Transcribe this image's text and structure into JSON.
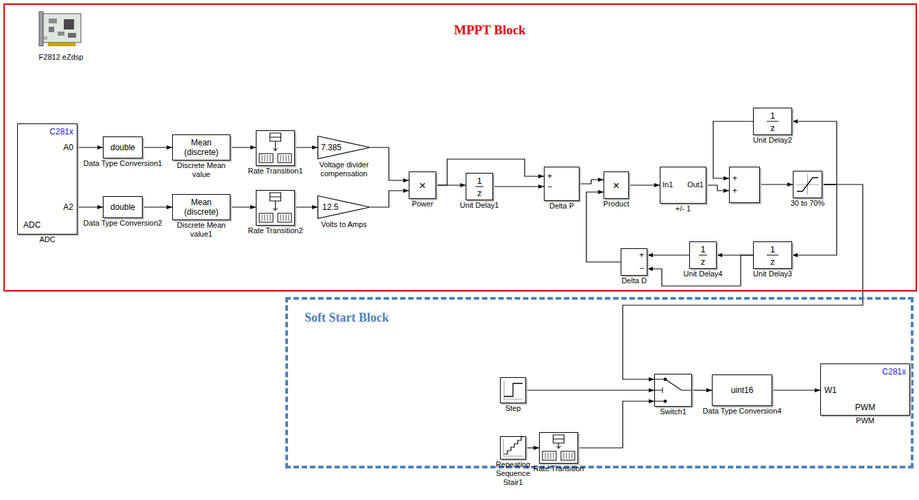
{
  "diagram": {
    "nodes": [
      {
        "text": [
          "MPPT Block"
        ]
      },
      {
        "text": [
          "C281x",
          "A0",
          "A2",
          "ADC",
          "ADC"
        ],
        "in": 0
      },
      {
        "text": [
          "double",
          "Data Type Conversion1"
        ],
        "in": 0
      },
      {
        "text": [
          "Mean (discrete)",
          "Discrete Mean value"
        ],
        "in": 0
      },
      {
        "text": [
          "Rate Transition1"
        ],
        "in": 0
      },
      {
        "text": [
          "7.385",
          "Voltage divider compensation"
        ],
        "in": 0
      },
      {
        "text": [
          "double",
          "Data Type Conversion2"
        ],
        "in": 0
      },
      {
        "text": [
          "Mean (discrete)",
          "Discrete Mean value1"
        ],
        "in": 0
      },
      {
        "text": [
          "Rate Transition2"
        ],
        "in": 0
      },
      {
        "text": [
          "12.5",
          "Volts to Amps"
        ],
        "in": 0
      },
      {
        "text": [
          "×",
          "Power"
        ],
        "in": 0
      },
      {
        "text": [
          "1",
          "z",
          "Unit Delay1"
        ],
        "in": 0
      },
      {
        "text": [
          "+",
          "−",
          "Delta P"
        ],
        "in": 0
      },
      {
        "text": [
          "×",
          "Product"
        ],
        "in": 0
      },
      {
        "text": [
          "In1",
          "Out1",
          "+/- 1"
        ],
        "in": 0
      },
      {
        "text": [
          "1",
          "z",
          "Unit Delay2"
        ],
        "in": 0
      },
      {
        "text": [
          "+",
          "+"
        ],
        "in": 0
      },
      {
        "text": [
          "30 to 70%"
        ],
        "in": 0
      },
      {
        "text": [
          "1",
          "z",
          "Unit Delay4"
        ],
        "in": 0
      },
      {
        "text": [
          "1",
          "z",
          "Unit Delay3"
        ],
        "in": 0
      },
      {
        "text": [
          "+",
          "−",
          "Delta D"
        ],
        "in": 0
      },
      {
        "text": [
          "Soft Start Block"
        ]
      },
      {
        "text": [
          "Step"
        ],
        "in": 21
      },
      {
        "text": [
          "Switch1"
        ],
        "in": 21
      },
      {
        "text": [
          "uint16",
          "Data Type Conversion4"
        ],
        "in": 21
      },
      {
        "text": [
          "C281x",
          "W1",
          "PWM",
          "PWM"
        ],
        "in": 21
      },
      {
        "text": [
          "Repeating Sequence Stair1"
        ],
        "in": 21
      },
      {
        "text": [
          "Rate Transition"
        ],
        "in": 21
      }
    ],
    "edges": [
      {
        "from": 1,
        "to": 2,
        "arrow": "to"
      },
      {
        "from": 1,
        "to": 6,
        "arrow": "to"
      },
      {
        "from": 2,
        "to": 3,
        "arrow": "to"
      },
      {
        "from": 6,
        "to": 7,
        "arrow": "to"
      },
      {
        "from": 3,
        "to": 4,
        "arrow": "to"
      },
      {
        "from": 7,
        "to": 8,
        "arrow": "to"
      },
      {
        "from": 4,
        "to": 5,
        "arrow": "to"
      },
      {
        "from": 8,
        "to": 9,
        "arrow": "to"
      },
      {
        "from": 5,
        "to": 10,
        "arrow": "to"
      },
      {
        "from": 9,
        "to": 10,
        "arrow": "to"
      },
      {
        "from": 10,
        "to": 11,
        "arrow": "to"
      },
      {
        "from": 10,
        "to": 12,
        "arrow": "to"
      },
      {
        "from": 11,
        "to": 12,
        "arrow": "to"
      },
      {
        "from": 12,
        "to": 13,
        "arrow": "to"
      },
      {
        "from": 20,
        "to": 13,
        "arrow": "to"
      },
      {
        "from": 13,
        "to": 14,
        "arrow": "to"
      },
      {
        "from": 14,
        "to": 16,
        "arrow": "to"
      },
      {
        "from": 15,
        "to": 16,
        "arrow": "to"
      },
      {
        "from": 16,
        "to": 17,
        "arrow": "to"
      },
      {
        "from": 17,
        "to": 15,
        "arrow": "to"
      },
      {
        "from": 17,
        "to": 19,
        "arrow": "to"
      },
      {
        "from": 19,
        "to": 18,
        "arrow": "to"
      },
      {
        "from": 19,
        "to": 20,
        "arrow": "to"
      },
      {
        "from": 18,
        "to": 20,
        "arrow": "to"
      },
      {
        "from": 17,
        "to": 23,
        "arrow": "to"
      },
      {
        "from": 22,
        "to": 23,
        "arrow": "to"
      },
      {
        "from": 26,
        "to": 27,
        "arrow": "to"
      },
      {
        "from": 27,
        "to": 23,
        "arrow": "to"
      },
      {
        "from": 23,
        "to": 24,
        "arrow": "to"
      },
      {
        "from": 24,
        "to": 25,
        "arrow": "to"
      }
    ],
    "labels": [
      "F2812 eZdsp"
    ]
  }
}
